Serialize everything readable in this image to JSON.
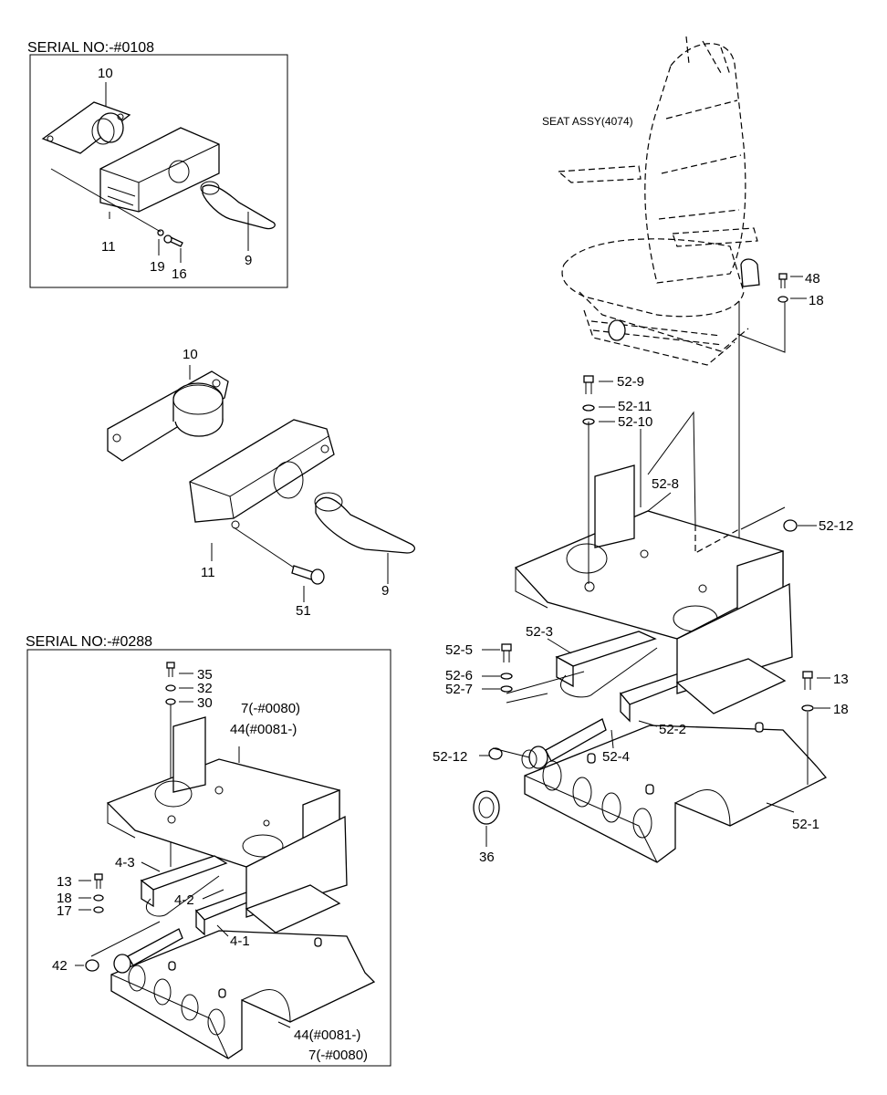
{
  "headers": {
    "serial_0108": "SERIAL NO:-#0108",
    "serial_0288": "SERIAL NO:-#0288",
    "seat_assy": "SEAT ASSY(4074)"
  },
  "inset1": {
    "p10": "10",
    "p11": "11",
    "p9": "9",
    "p19": "19",
    "p16": "16"
  },
  "middle": {
    "p10": "10",
    "p11": "11",
    "p51": "51",
    "p9": "9"
  },
  "right": {
    "p48": "48",
    "p18a": "18",
    "p52_9": "52-9",
    "p52_11": "52-11",
    "p52_10": "52-10",
    "p52_8": "52-8",
    "p52_12a": "52-12",
    "p52_5": "52-5",
    "p52_3": "52-3",
    "p52_6": "52-6",
    "p52_7": "52-7",
    "p13": "13",
    "p18b": "18",
    "p52_2": "52-2",
    "p52_12b": "52-12",
    "p52_4": "52-4",
    "p52_1": "52-1",
    "p36": "36"
  },
  "inset2": {
    "p35": "35",
    "p32": "32",
    "p30": "30",
    "p7": "7(-#0080)",
    "p44": "44(#0081-)",
    "p4_3": "4-3",
    "p13": "13",
    "p18": "18",
    "p17": "17",
    "p4_2": "4-2",
    "p4_1": "4-1",
    "p42": "42",
    "p44b": "44(#0081-)",
    "p7b": "7(-#0080)"
  }
}
